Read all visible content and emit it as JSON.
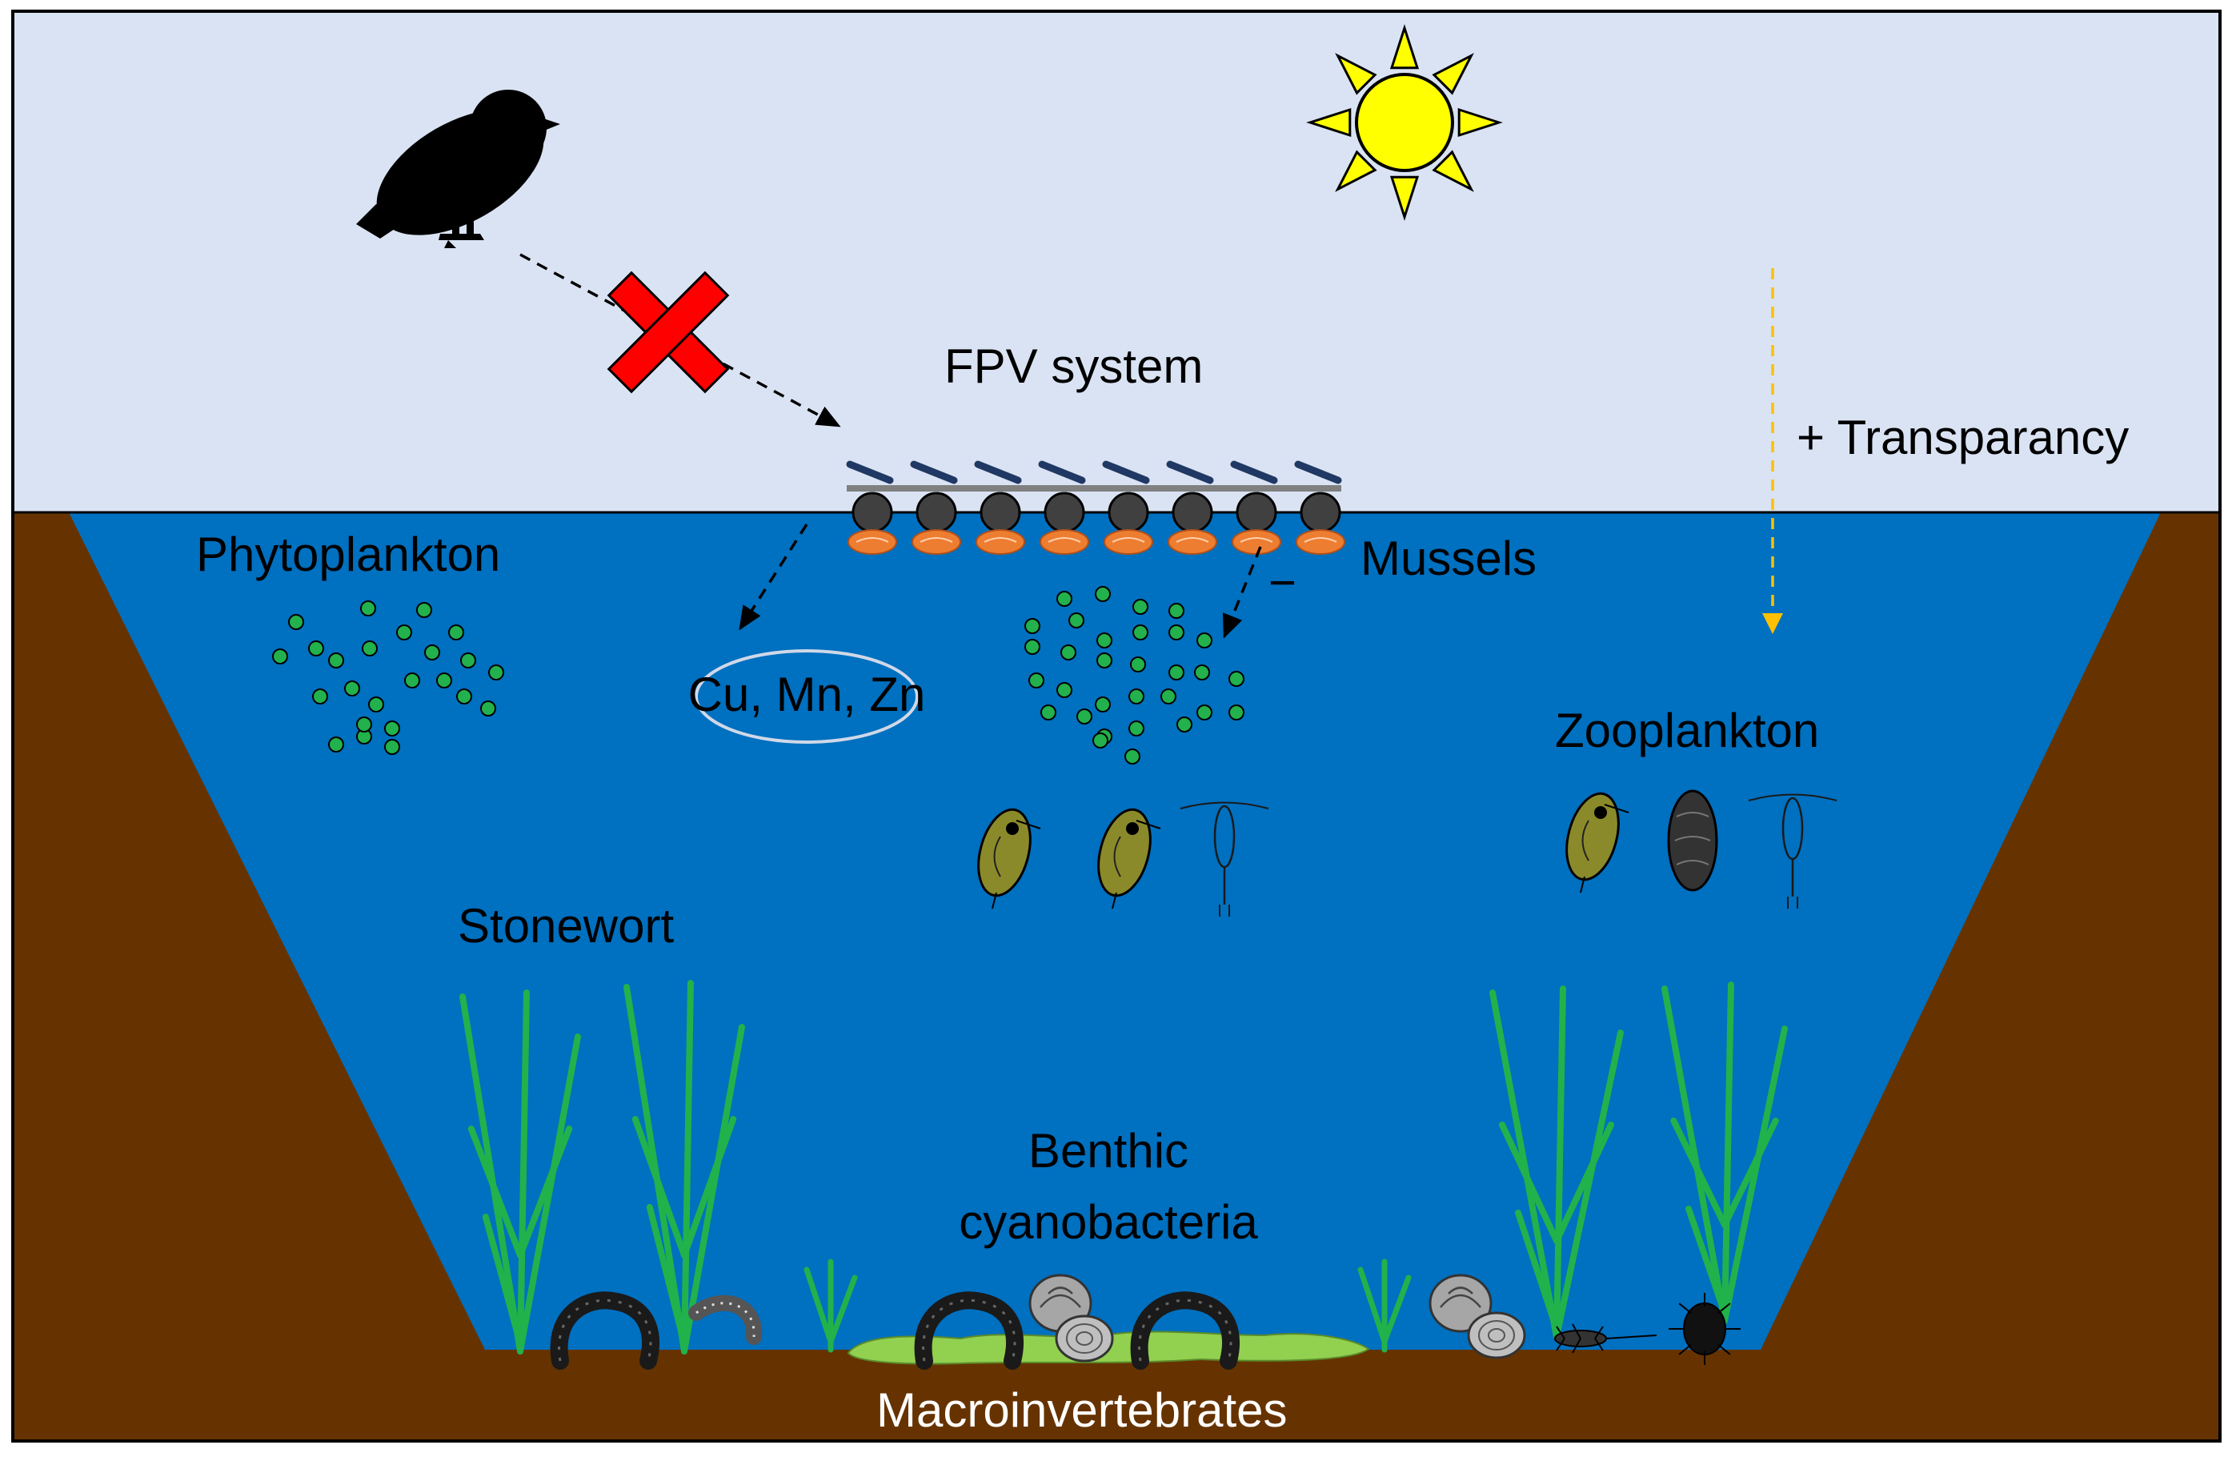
{
  "labels": {
    "fpv_system": "FPV system",
    "transparency": "+ Transparancy",
    "phytoplankton": "Phytoplankton",
    "mussels": "Mussels",
    "minus_sign": "−",
    "metals": "Cu, Mn, Zn",
    "zooplankton": "Zooplankton",
    "stonewort": "Stonewort",
    "benthic_line1": "Benthic",
    "benthic_line2": "cyanobacteria",
    "macroinvertebrates": "Macroinvertebrates"
  },
  "icons": {
    "bird": "bird-silhouette-icon",
    "sun": "sun-icon",
    "blocked": "red-x-icon"
  },
  "colors": {
    "sky": "#dae3f3",
    "water": "#0070c0",
    "sediment": "#663300",
    "plant": "#21b24b",
    "phytoplankton": "#22b14c",
    "mussel": "#ed7d31",
    "sun": "#ffff00",
    "transparency_arrow": "#ffc000",
    "blocked_x": "#ff0000",
    "panel": "#1f3864",
    "float": "#404040",
    "cyanobacteria_mat": "#92d050"
  }
}
